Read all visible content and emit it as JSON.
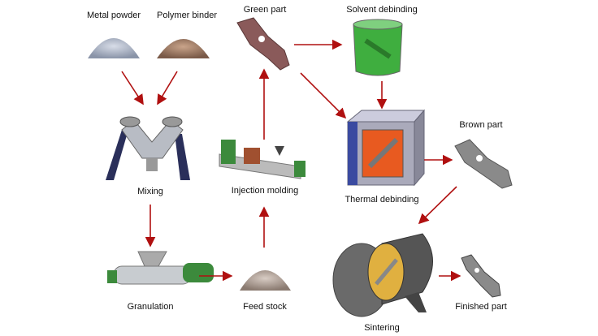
{
  "labels": {
    "metal_powder": "Metal powder",
    "polymer_binder": "Polymer binder",
    "green_part": "Green part",
    "solvent_debinding": "Solvent debinding",
    "brown_part": "Brown part",
    "mixing": "Mixing",
    "injection_molding": "Injection molding",
    "thermal_debinding": "Thermal debinding",
    "granulation": "Granulation",
    "feed_stock": "Feed stock",
    "sintering": "Sintering",
    "finished_part": "Finished part"
  },
  "colors": {
    "arrow": "#b01010",
    "green_part": "#8a5a5a",
    "solvent": "#3fae3f",
    "machine_green": "#3c8a3c",
    "brown_part": "#8a8a8a"
  }
}
